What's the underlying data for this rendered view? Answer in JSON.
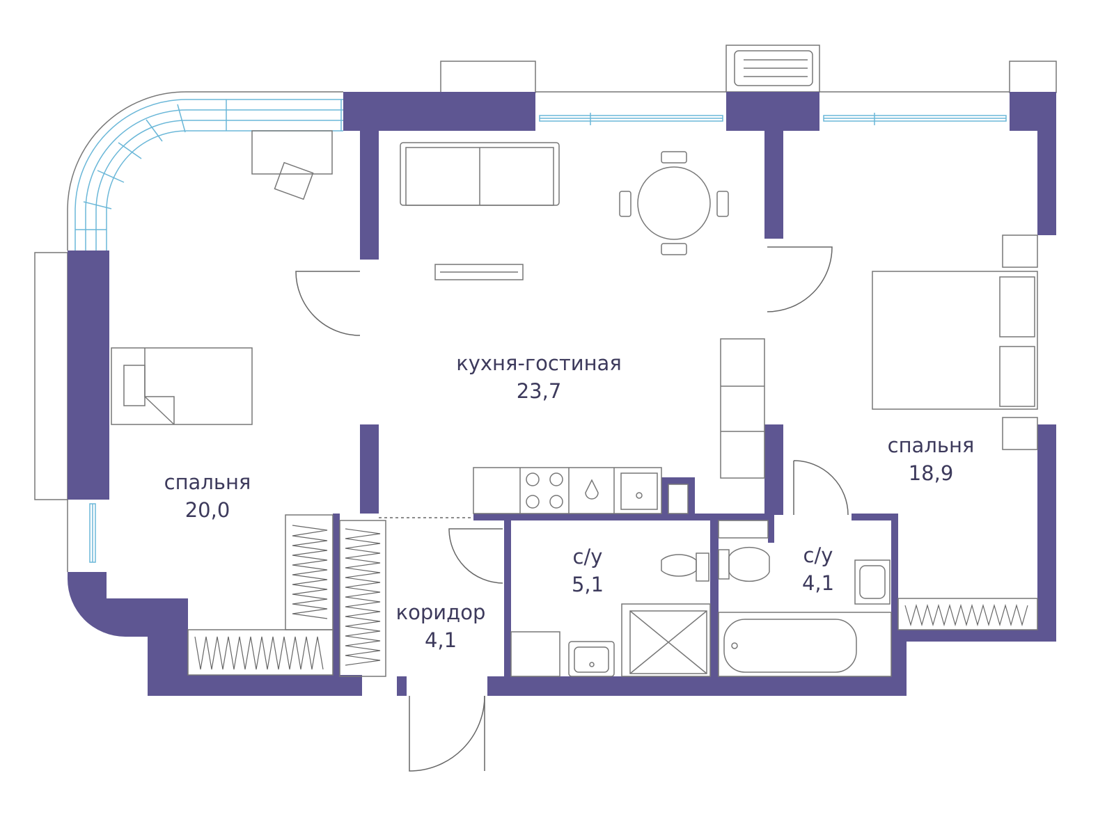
{
  "rooms": [
    {
      "id": "living",
      "name": "кухня-гостиная",
      "area": "23,7"
    },
    {
      "id": "bedroom-left",
      "name": "спальня",
      "area": "20,0"
    },
    {
      "id": "bedroom-right",
      "name": "спальня",
      "area": "18,9"
    },
    {
      "id": "bath-1",
      "name": "с/у",
      "area": "5,1"
    },
    {
      "id": "bath-2",
      "name": "с/у",
      "area": "4,1"
    },
    {
      "id": "corridor",
      "name": "коридор",
      "area": "4,1"
    }
  ],
  "colors": {
    "wall": "#5e5692",
    "text": "#3d3a5c",
    "glass": "#6ab7d8",
    "furniture": "#777777"
  }
}
